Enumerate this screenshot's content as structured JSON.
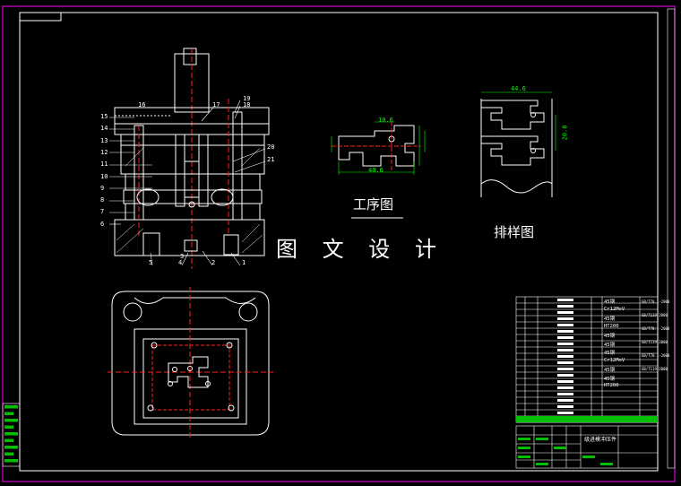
{
  "colors": {
    "background": "#000000",
    "border": "#ff00ff",
    "line": "#ffffff",
    "center_line": "#ff2020",
    "dimension": "#00ff00",
    "accent_green": "#00c000"
  },
  "labels": {
    "process_drawing": "工序图",
    "layout_drawing": "排样图",
    "design_caption": "图 文 设 计",
    "title_block_name": "级进模冲压件"
  },
  "part_numbers_left": [
    "15",
    "14",
    "13",
    "12",
    "11",
    "10",
    "9",
    "8",
    "7",
    "6"
  ],
  "part_numbers_right": [
    "19",
    "18",
    "17",
    "20",
    "21"
  ],
  "part_numbers_bottom": [
    "5",
    "4",
    "3",
    "2",
    "1"
  ],
  "part_number_top": "16",
  "dimensions": {
    "part_width": "40.6",
    "part_top": "10.6",
    "strip_width": "44.6",
    "strip_pitch": "20.8"
  },
  "bom_materials": [
    "45钢",
    "Cr12MoV",
    "45钢",
    "HT200",
    "45钢",
    "45钢",
    "45钢",
    "Cr12MoV",
    "45钢",
    "45钢",
    "HT200"
  ],
  "bom_standards": [
    "GB/T70.1-2000",
    "GB/T119-2000",
    "GB/T70.1-2000",
    "GB/T119-2000",
    "GB/T70.1-2000",
    "GB/T119-2000"
  ]
}
